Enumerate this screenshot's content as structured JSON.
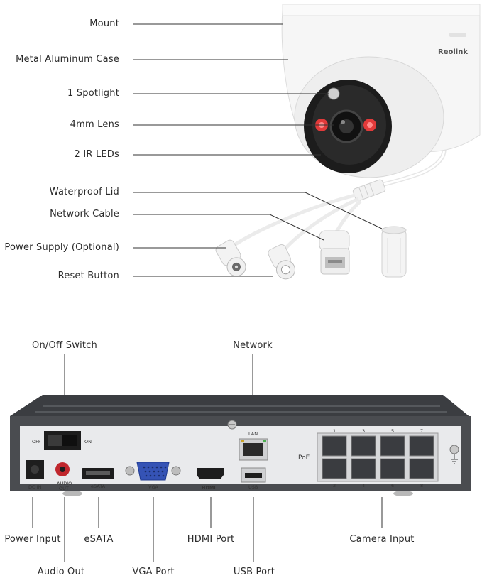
{
  "camera": {
    "brand": "Reolink",
    "labels": {
      "mount": "Mount",
      "case": "Metal Aluminum Case",
      "spotlight": "1 Spotlight",
      "lens": "4mm Lens",
      "ir_leds": "2 IR LEDs",
      "waterproof_lid": "Waterproof Lid",
      "network_cable": "Network Cable",
      "power_supply": "Power Supply (Optional)",
      "reset_button": "Reset Button"
    }
  },
  "nvr": {
    "labels": {
      "on_off_switch": "On/Off Switch",
      "network": "Network",
      "power_input": "Power Input",
      "audio_out": "Audio Out",
      "esata": "eSATA",
      "vga_port": "VGA Port",
      "hdmi_port": "HDMI Port",
      "usb_port": "USB Port",
      "camera_input": "Camera Input"
    },
    "panel_text": {
      "off": "OFF",
      "on": "ON",
      "dc_in": "DC IN",
      "audio_out_line1": "AUDIO",
      "audio_out_line2": "OUT",
      "esata": "eSATA",
      "vga": "VGA",
      "hdmi": "HDMI",
      "lan": "LAN",
      "usb": "USB",
      "poe": "PoE",
      "ports_top": [
        "1",
        "3",
        "5",
        "7"
      ],
      "ports_bottom": [
        "2",
        "4",
        "6",
        "8"
      ]
    }
  },
  "colors": {
    "text": "#2b2b2b",
    "leader_line": "#333333",
    "camera_body": "#f4f4f4",
    "ir_led": "#e23a3a",
    "nvr_body": "#4a4c50",
    "nvr_panel": "#e9eaec",
    "vga_blue": "#3553b5",
    "audio_red": "#c0272d"
  }
}
